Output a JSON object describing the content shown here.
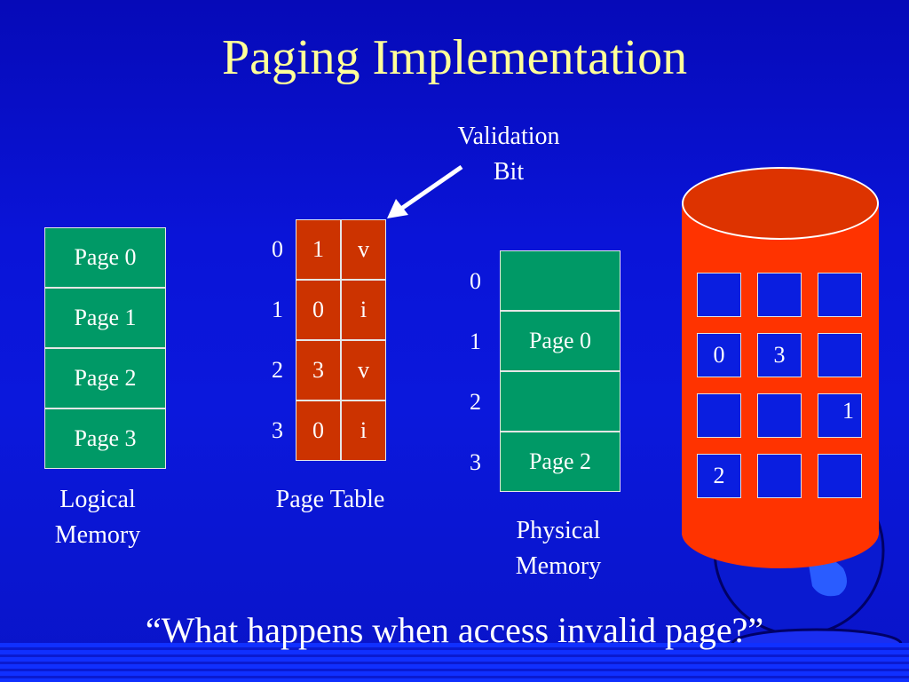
{
  "title": "Paging Implementation",
  "validation_label": [
    "Validation",
    "Bit"
  ],
  "logical_memory": {
    "pages": [
      "Page 0",
      "Page 1",
      "Page 2",
      "Page 3"
    ],
    "label": [
      "Logical",
      "Memory"
    ]
  },
  "page_table": {
    "indices": [
      "0",
      "1",
      "2",
      "3"
    ],
    "frames": [
      "1",
      "0",
      "3",
      "0"
    ],
    "bits": [
      "v",
      "i",
      "v",
      "i"
    ],
    "label": "Page Table"
  },
  "physical_memory": {
    "indices": [
      "0",
      "1",
      "2",
      "3"
    ],
    "frames": [
      "",
      "Page 0",
      "",
      "Page 2"
    ],
    "label": [
      "Physical",
      "Memory"
    ]
  },
  "disk": {
    "cells": [
      [
        "",
        "",
        ""
      ],
      [
        "0",
        "3",
        ""
      ],
      [
        "",
        "",
        "1"
      ],
      [
        "2",
        "",
        ""
      ]
    ]
  },
  "question": "“What happens when access invalid page?”",
  "colors": {
    "background": "#0a14d8",
    "title": "#ffff99",
    "memory_box": "#009966",
    "page_table_cell": "#cc3300",
    "disk": "#ff3300"
  }
}
